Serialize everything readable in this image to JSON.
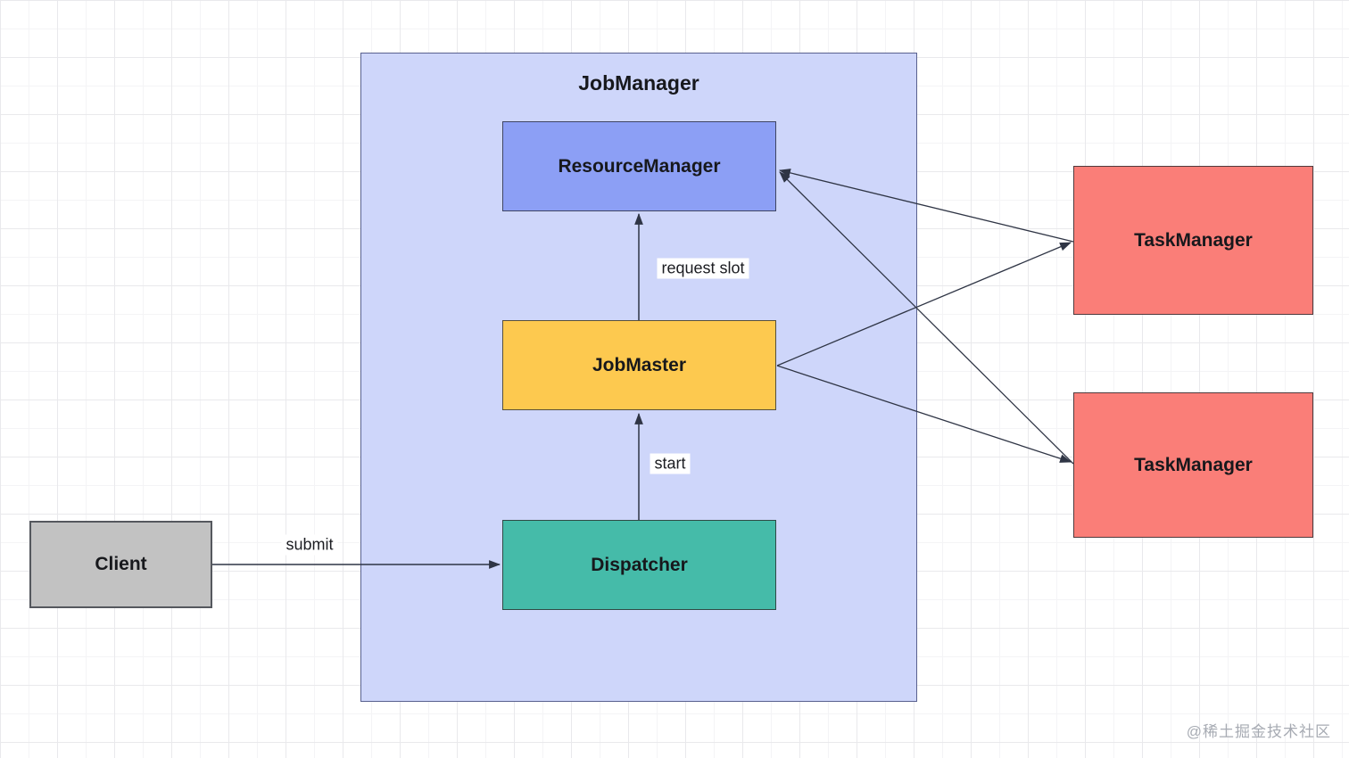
{
  "diagram": {
    "container": {
      "label": "JobManager"
    },
    "nodes": {
      "resource_manager": {
        "label": "ResourceManager",
        "color": "#8C9FF5"
      },
      "job_master": {
        "label": "JobMaster",
        "color": "#FDC94F"
      },
      "dispatcher": {
        "label": "Dispatcher",
        "color": "#45BBA9"
      },
      "client": {
        "label": "Client",
        "color": "#C2C2C2"
      },
      "task_manager_1": {
        "label": "TaskManager",
        "color": "#FA7E78"
      },
      "task_manager_2": {
        "label": "TaskManager",
        "color": "#FA7E78"
      }
    },
    "edges": [
      {
        "id": "submit",
        "from": "client",
        "to": "dispatcher",
        "label": "submit"
      },
      {
        "id": "start",
        "from": "dispatcher",
        "to": "job_master",
        "label": "start"
      },
      {
        "id": "request_slot",
        "from": "job_master",
        "to": "resource_manager",
        "label": "request slot"
      },
      {
        "id": "tm1_to_rm",
        "from": "task_manager_1",
        "to": "resource_manager",
        "label": ""
      },
      {
        "id": "tm2_to_rm",
        "from": "task_manager_2",
        "to": "resource_manager",
        "label": ""
      },
      {
        "id": "jm_to_tm1",
        "from": "job_master",
        "to": "task_manager_1",
        "label": ""
      },
      {
        "id": "jm_to_tm2",
        "from": "job_master",
        "to": "task_manager_2",
        "label": ""
      }
    ],
    "edge_labels": {
      "submit": "submit",
      "start": "start",
      "request_slot": "request slot"
    },
    "colors": {
      "container_fill": "#CED6FA",
      "container_border": "#59618F",
      "arrow": "#2F3545",
      "grid_line": "#E9E9EC",
      "background": "#FFFFFF",
      "watermark_text": "#A7ABB3"
    },
    "watermark": "@稀土掘金技术社区"
  }
}
